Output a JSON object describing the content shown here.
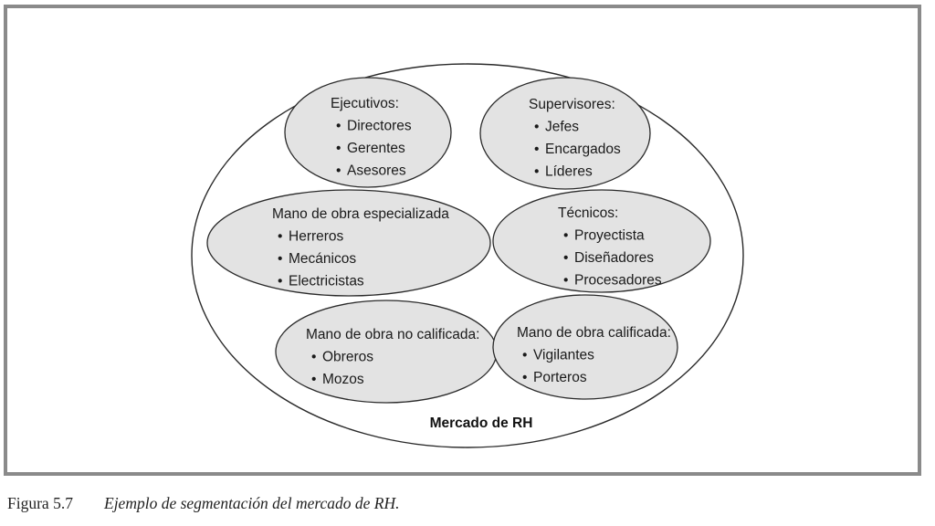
{
  "market_label": "Mercado de RH",
  "segments": [
    {
      "key": "ejecutivos",
      "title": "Ejecutivos:",
      "items": [
        "Directores",
        "Gerentes",
        "Asesores"
      ]
    },
    {
      "key": "supervisores",
      "title": "Supervisores:",
      "items": [
        "Jefes",
        "Encargados",
        "Líderes"
      ]
    },
    {
      "key": "especializada",
      "title": "Mano de obra especializada",
      "items": [
        "Herreros",
        "Mecánicos",
        "Electricistas"
      ]
    },
    {
      "key": "tecnicos",
      "title": "Técnicos:",
      "items": [
        "Proyectista",
        "Diseñadores",
        "Procesadores"
      ]
    },
    {
      "key": "no-calificada",
      "title": "Mano de obra no calificada:",
      "items": [
        "Obreros",
        "Mozos"
      ]
    },
    {
      "key": "calificada",
      "title": "Mano de obra calificada:",
      "items": [
        "Vigilantes",
        "Porteros"
      ]
    }
  ],
  "bullet": "•",
  "caption": {
    "number": "Figura 5.7",
    "title": "Ejemplo de segmentación del mercado de RH."
  }
}
